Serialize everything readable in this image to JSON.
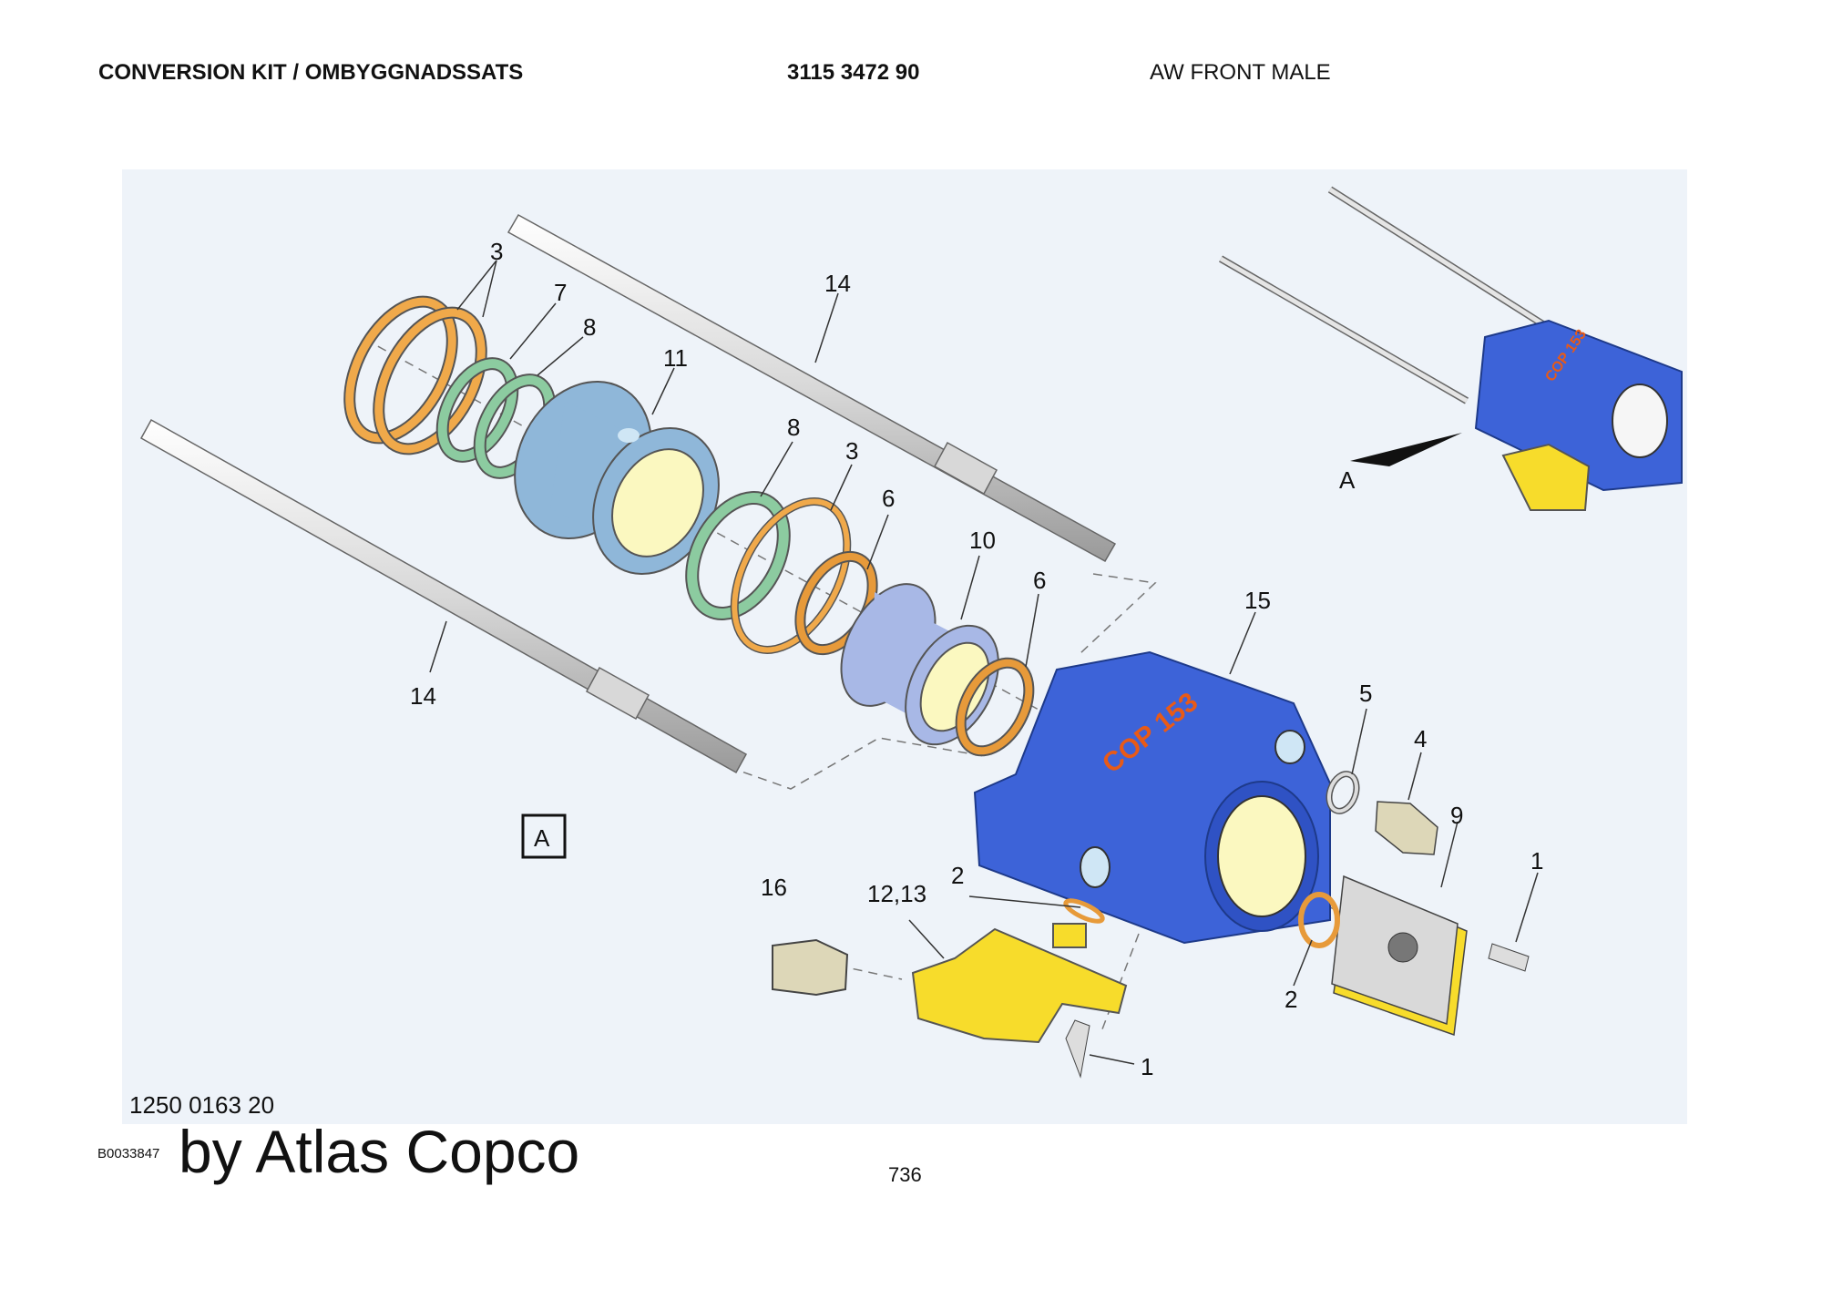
{
  "header": {
    "title": "CONVERSION KIT / OMBYGGNADSSATS",
    "part_number": "3115 3472 90",
    "description": "AW FRONT MALE"
  },
  "diagram": {
    "callouts": {
      "c3a": "3",
      "c7": "7",
      "c8a": "8",
      "c11": "11",
      "c14a": "14",
      "c8b": "8",
      "c3b": "3",
      "c6a": "6",
      "c10": "10",
      "c6b": "6",
      "c14b": "14",
      "c15": "15",
      "c5": "5",
      "c4": "4",
      "c9": "9",
      "c1a": "1",
      "c16": "16",
      "c1213": "12,13",
      "c2a": "2",
      "c2b": "2",
      "c1b": "1"
    },
    "view_label": "A",
    "view_box_label": "A",
    "housing_marking": "COP 153",
    "inset_marking": "COP 153",
    "colors": {
      "housing": "#3d63d8",
      "oring": "#f0a94a",
      "green_ring": "#8ccba0",
      "sleeve": "#8fb7d9",
      "yellow_part": "#f7dc2b",
      "panel": "#eef3f9"
    }
  },
  "footer": {
    "drawing_number": "1250 0163 20",
    "image_code": "B0033847",
    "brand": "by Atlas Copco",
    "page_number": "736"
  }
}
